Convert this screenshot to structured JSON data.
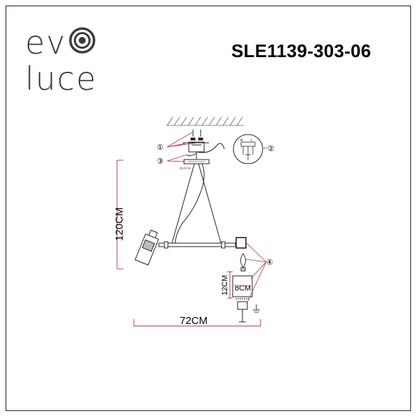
{
  "brand": {
    "line1": "ev",
    "line2": "luce",
    "logo_icon": "concentric-circle-o-icon",
    "color": "#3a3a3a"
  },
  "model_number": "SLE1139-303-06",
  "dimensions": {
    "height_label": "120CM",
    "width_label": "72CM",
    "shade_height_label": "12CM",
    "shade_diameter_label": "8CM",
    "canopy_label": "Ø10CM"
  },
  "callouts": [
    "①",
    "②",
    "③",
    "④"
  ],
  "colors": {
    "line": "#222222",
    "dimension": "#b03030",
    "leader": "#b03030"
  }
}
